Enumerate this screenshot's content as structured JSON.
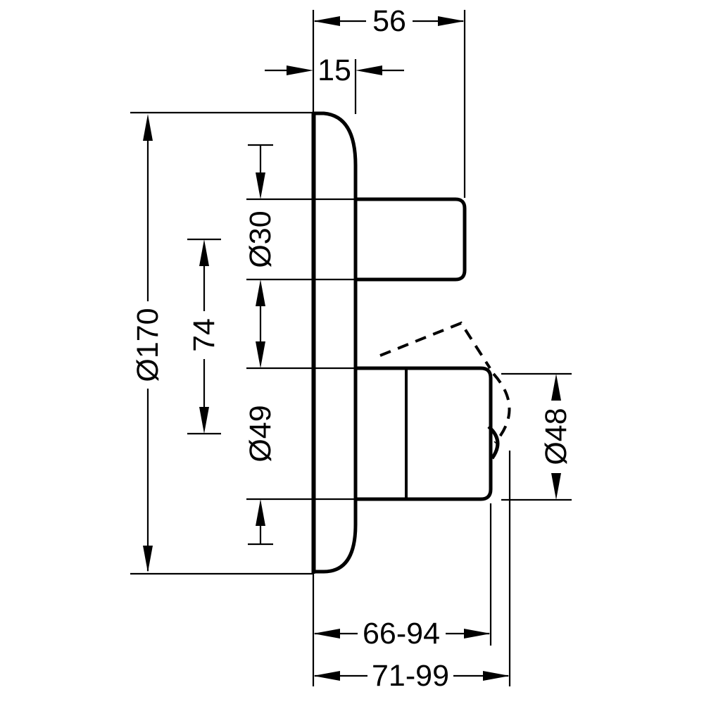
{
  "diagram": {
    "type": "technical-dimension-drawing",
    "line_color": "#000000",
    "background": "#ffffff",
    "dimensions": {
      "top_depth": "56",
      "plate_thickness": "15",
      "plate_diameter": "Ø170",
      "handle_spacing": "74",
      "top_handle_diameter": "Ø30",
      "lower_handle_diameter": "Ø49",
      "lever_front_diameter": "Ø48",
      "depth_range_inner": "66-94",
      "depth_range_outer": "71-99"
    }
  }
}
